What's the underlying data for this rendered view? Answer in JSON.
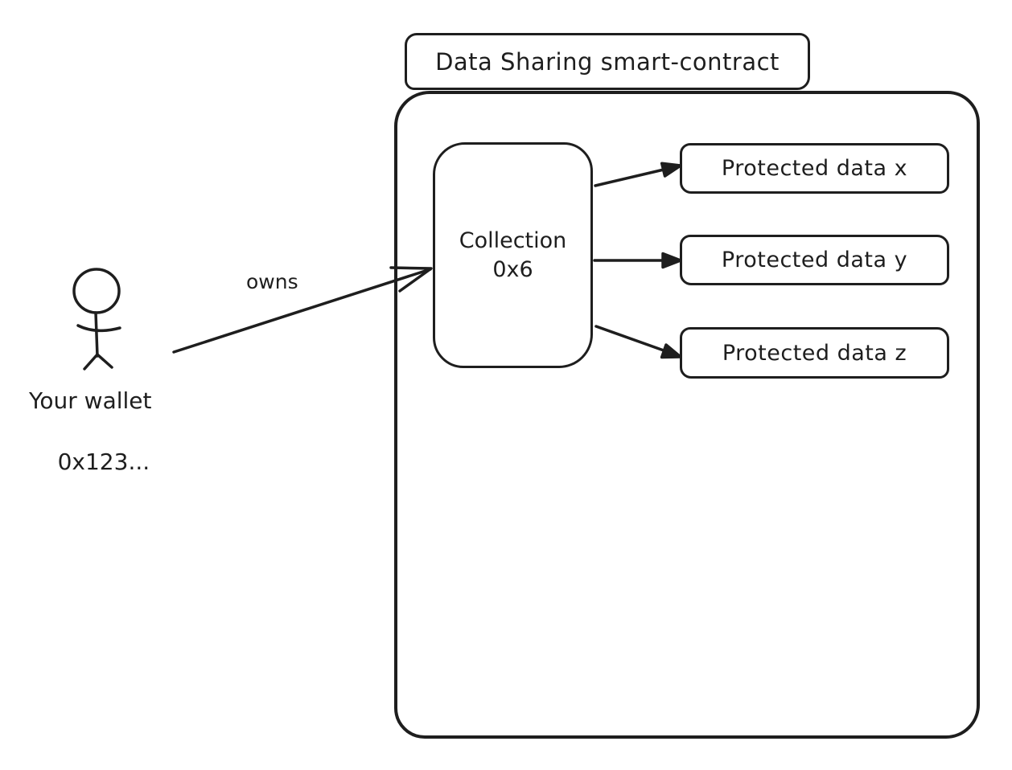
{
  "diagram": {
    "title": "Data Sharing smart-contract",
    "collection": {
      "line1": "Collection",
      "line2": "0x6"
    },
    "protected_data": [
      "Protected data x",
      "Protected data y",
      "Protected data z"
    ],
    "actor": {
      "label_line1": "Your wallet",
      "label_line2": "0x123..."
    },
    "owns_label": "owns",
    "colors": {
      "stroke": "#1e1e1e",
      "background": "#ffffff"
    }
  }
}
